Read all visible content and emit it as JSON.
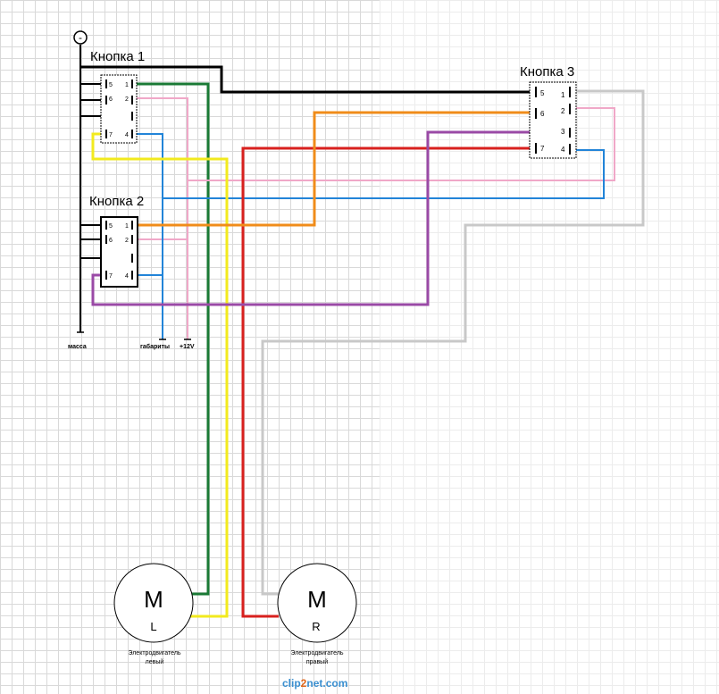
{
  "buttons": {
    "b1": {
      "title": "Кнопка 1",
      "pins": [
        "5",
        "1",
        "6",
        "2",
        "7",
        "4"
      ]
    },
    "b2": {
      "title": "Кнопка 2",
      "pins": [
        "5",
        "1",
        "6",
        "2",
        "7",
        "4"
      ]
    },
    "b3": {
      "title": "Кнопка 3",
      "pins": [
        "5",
        "1",
        "6",
        "2",
        "3",
        "7",
        "4"
      ]
    }
  },
  "ground_symbol": "-",
  "terminals": {
    "ground": "масса",
    "parking": "габариты",
    "power": "+12V"
  },
  "motors": {
    "left": {
      "symbol": "M",
      "side": "L",
      "caption1": "Электродвигатель",
      "caption2": "левый"
    },
    "right": {
      "symbol": "M",
      "side": "R",
      "caption1": "Электродвигатель",
      "caption2": "правый"
    }
  },
  "watermark": {
    "a": "clip",
    "b": "2",
    "c": "net.com"
  },
  "wire_colors": {
    "black": "#000000",
    "green": "#1a7a35",
    "pink": "#f0a8c8",
    "blue": "#2284d8",
    "yellow": "#f2ea1e",
    "red": "#d8201e",
    "orange": "#f08c1a",
    "purple": "#9a4aa6",
    "gray": "#c8c8c8"
  }
}
